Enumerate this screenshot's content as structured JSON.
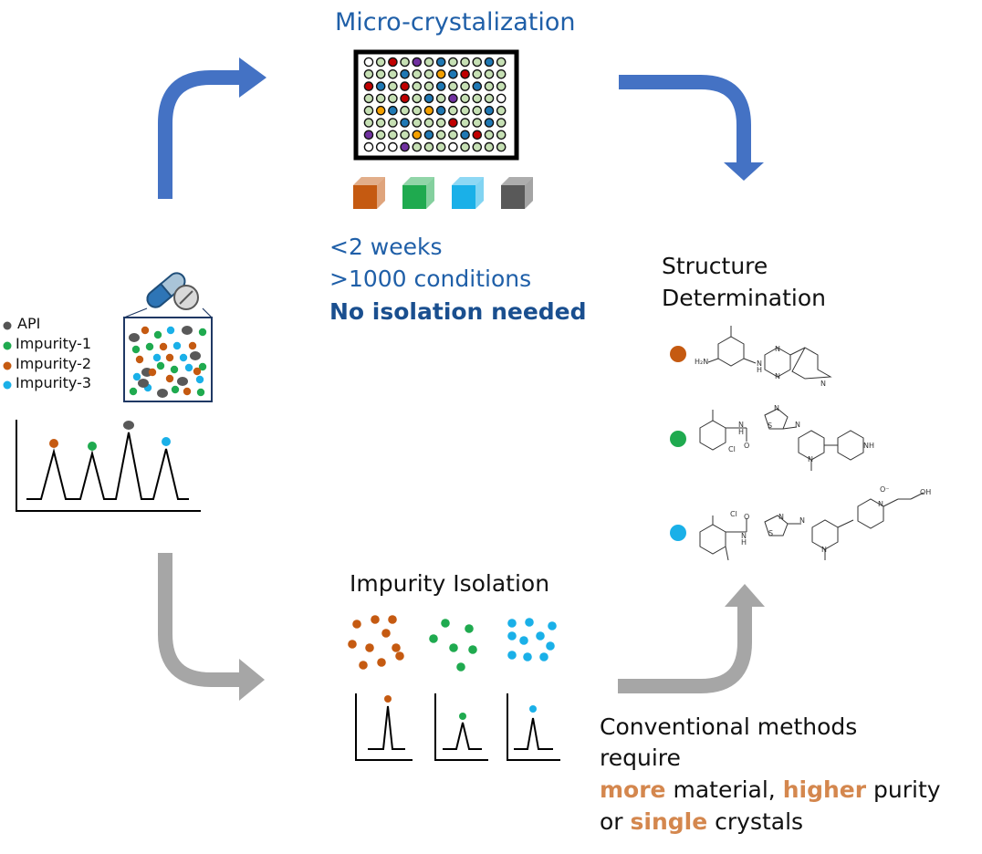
{
  "micro": {
    "title": "Micro-crystalization",
    "line1": "<2 weeks",
    "line2": ">1000 conditions",
    "line3": "No isolation needed"
  },
  "sample": {
    "legend": [
      {
        "label": "API",
        "color": "#555555"
      },
      {
        "label": "Impurity-1",
        "color": "#1FAA4F"
      },
      {
        "label": "Impurity-2",
        "color": "#C55A11"
      },
      {
        "label": "Impurity-3",
        "color": "#1AB0E8"
      }
    ]
  },
  "structure": {
    "title_line1": "Structure",
    "title_line2": "Determination",
    "atom_labels": [
      "H₂N",
      "N",
      "H",
      "N",
      "N",
      "N",
      "Cl",
      "N",
      "O",
      "H",
      "S",
      "N",
      "N",
      "N",
      "NH",
      "Cl",
      "N",
      "H",
      "O",
      "S",
      "N",
      "N",
      "N",
      "N",
      "O⁻",
      "OH"
    ]
  },
  "isolation": {
    "title": "Impurity Isolation"
  },
  "conventional": {
    "line1": "Conventional methods",
    "line2": "require",
    "more": "more",
    "material": " material, ",
    "higher": "higher",
    "purity": " purity",
    "or": "or ",
    "single": "single",
    "crystals": " crystals"
  },
  "colors": {
    "blue_arrow": "#4472C4",
    "gray_arrow": "#A6A6A6",
    "text_blue": "#1F5FA8",
    "accent_orange": "#D4874E",
    "cube_orange": "#C55A11",
    "cube_green": "#1FAA4F",
    "cube_blue": "#1AB0E8",
    "cube_gray": "#595959"
  }
}
